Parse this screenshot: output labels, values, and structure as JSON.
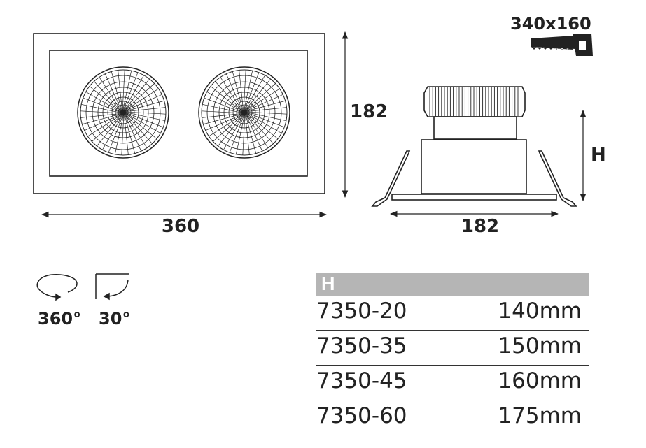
{
  "drawing": {
    "width_label": "360",
    "height_label": "182",
    "side_width_label": "182",
    "side_height_label": "H",
    "cutout_label": "340x160",
    "rotation_label": "360°",
    "tilt_label": "30°"
  },
  "icons": [
    "saw-icon",
    "rotate-360-icon",
    "tilt-30-icon",
    "led-reflector-icon"
  ],
  "table": {
    "header": "H",
    "rows": [
      {
        "code": "7350-20",
        "value": "140mm"
      },
      {
        "code": "7350-35",
        "value": "150mm"
      },
      {
        "code": "7350-45",
        "value": "160mm"
      },
      {
        "code": "7350-60",
        "value": "175mm"
      }
    ]
  },
  "colors": {
    "line": "#222222",
    "table_header_bg": "#b5b5b5"
  }
}
